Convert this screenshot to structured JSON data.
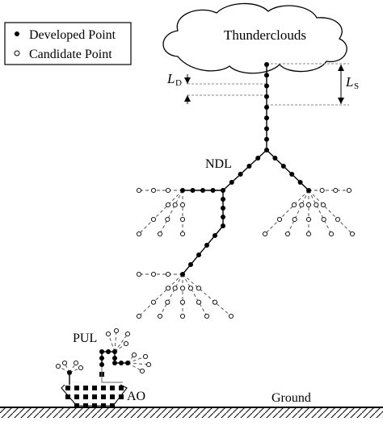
{
  "legend": {
    "developed_label": "Developed Point",
    "candidate_label": "Candidate Point"
  },
  "labels": {
    "thunderclouds": "Thunderclouds",
    "ld_main": "L",
    "ld_sub": "D",
    "ls_main": "L",
    "ls_sub": "S",
    "ndl": "NDL",
    "pul": "PUL",
    "ao": "AO",
    "ground": "Ground"
  }
}
